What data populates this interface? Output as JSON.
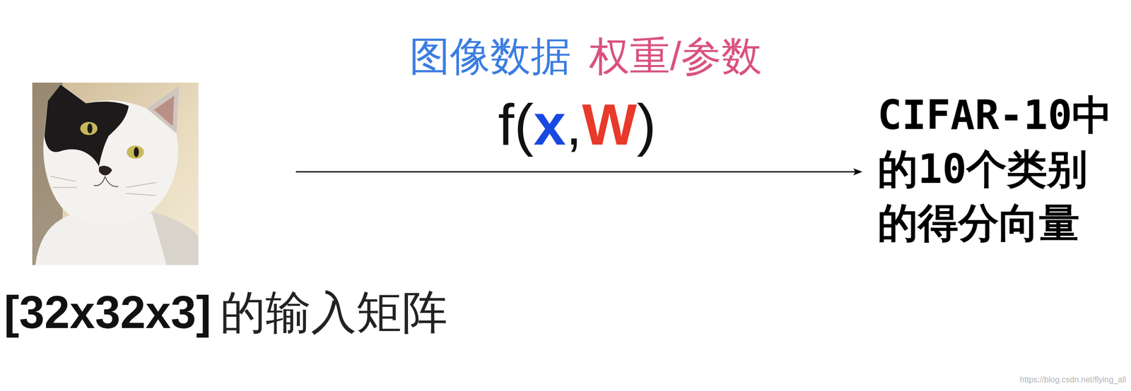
{
  "diagram": {
    "labels": [
      "图像数据",
      "权重/参数",
      "f(",
      "x",
      ",",
      "W",
      ")",
      "[32x32x3]",
      "的输入矩阵",
      "CIFAR-10中 的10个类别 的得分向量",
      "https://blog.csdn.net/flying_all"
    ]
  }
}
